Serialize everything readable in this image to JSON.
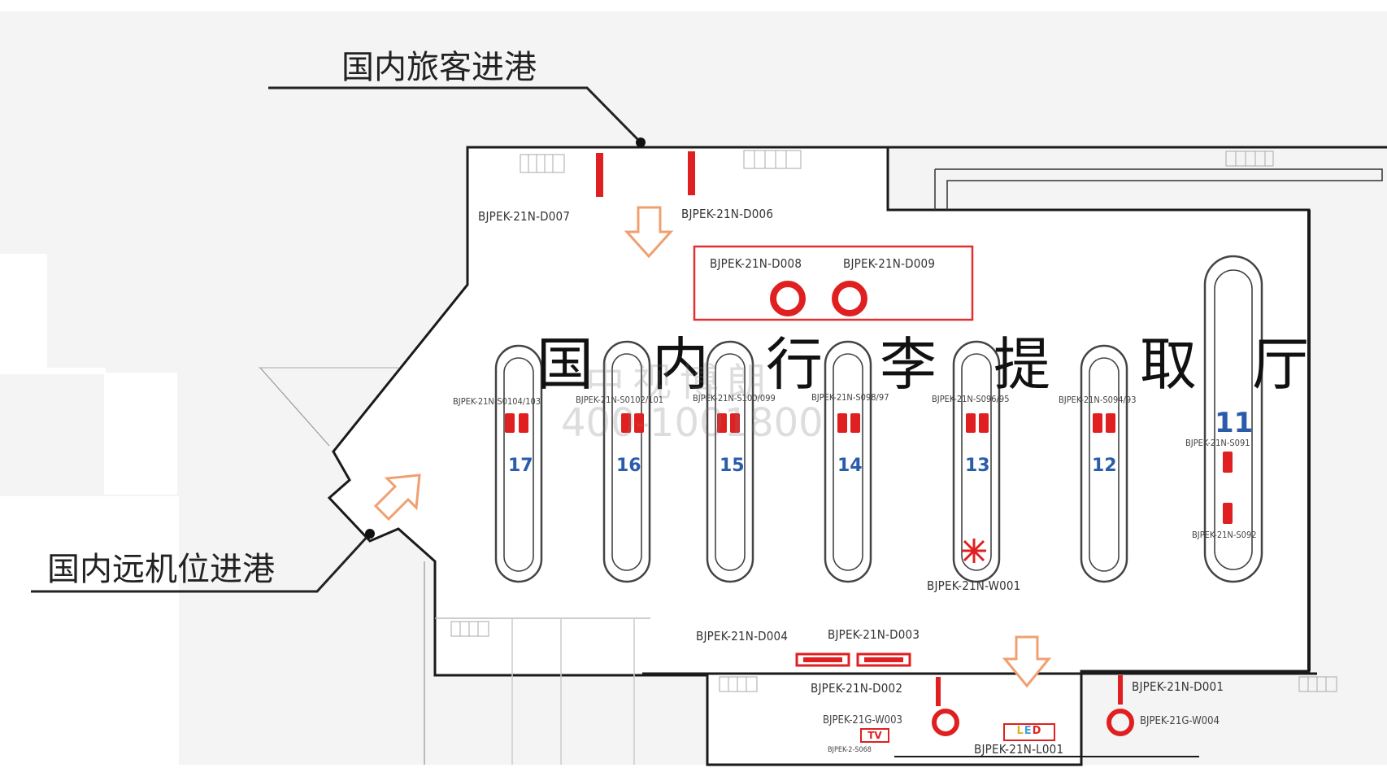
{
  "entries": {
    "domestic_arrivals": "国内旅客进港",
    "remote_stand_arrivals": "国内远机位进港"
  },
  "hall": {
    "chars": [
      "国",
      "内",
      "行",
      "李",
      "提",
      "取",
      "厅"
    ]
  },
  "watermark": {
    "line1": "中视博朗",
    "line2": "400-1001800"
  },
  "codes": {
    "d007": "BJPEK-21N-D007",
    "d006": "BJPEK-21N-D006",
    "d008": "BJPEK-21N-D008",
    "d009": "BJPEK-21N-D009",
    "d004": "BJPEK-21N-D004",
    "d003": "BJPEK-21N-D003",
    "d002": "BJPEK-21N-D002",
    "d001": "BJPEK-21N-D001",
    "w001": "BJPEK-21N-W001",
    "w003": "BJPEK-21G-W003",
    "w004": "BJPEK-21G-W004",
    "l001": "BJPEK-21N-L001",
    "s068": "BJPEK-2-S068",
    "s104": "BJPEK-21N-S0104/103",
    "s102": "BJPEK-21N-S0102/101",
    "s100": "BJPEK-21N-S100/099",
    "s098": "BJPEK-21N-S098/97",
    "s096": "BJPEK-21N-S096/95",
    "s094": "BJPEK-21N-S094/93",
    "s091": "BJPEK-21N-S091",
    "s092": "BJPEK-21N-S092"
  },
  "belts": [
    {
      "number": "17"
    },
    {
      "number": "16"
    },
    {
      "number": "15"
    },
    {
      "number": "14"
    },
    {
      "number": "13"
    },
    {
      "number": "12"
    },
    {
      "number": "11"
    }
  ],
  "badges": {
    "tv": "TV",
    "led": "LED"
  },
  "colors": {
    "ad_red": "#e02020",
    "belt_blue": "#2a5caa",
    "arrow_orange": "#f0a070",
    "highlight_box": "#e03030"
  }
}
